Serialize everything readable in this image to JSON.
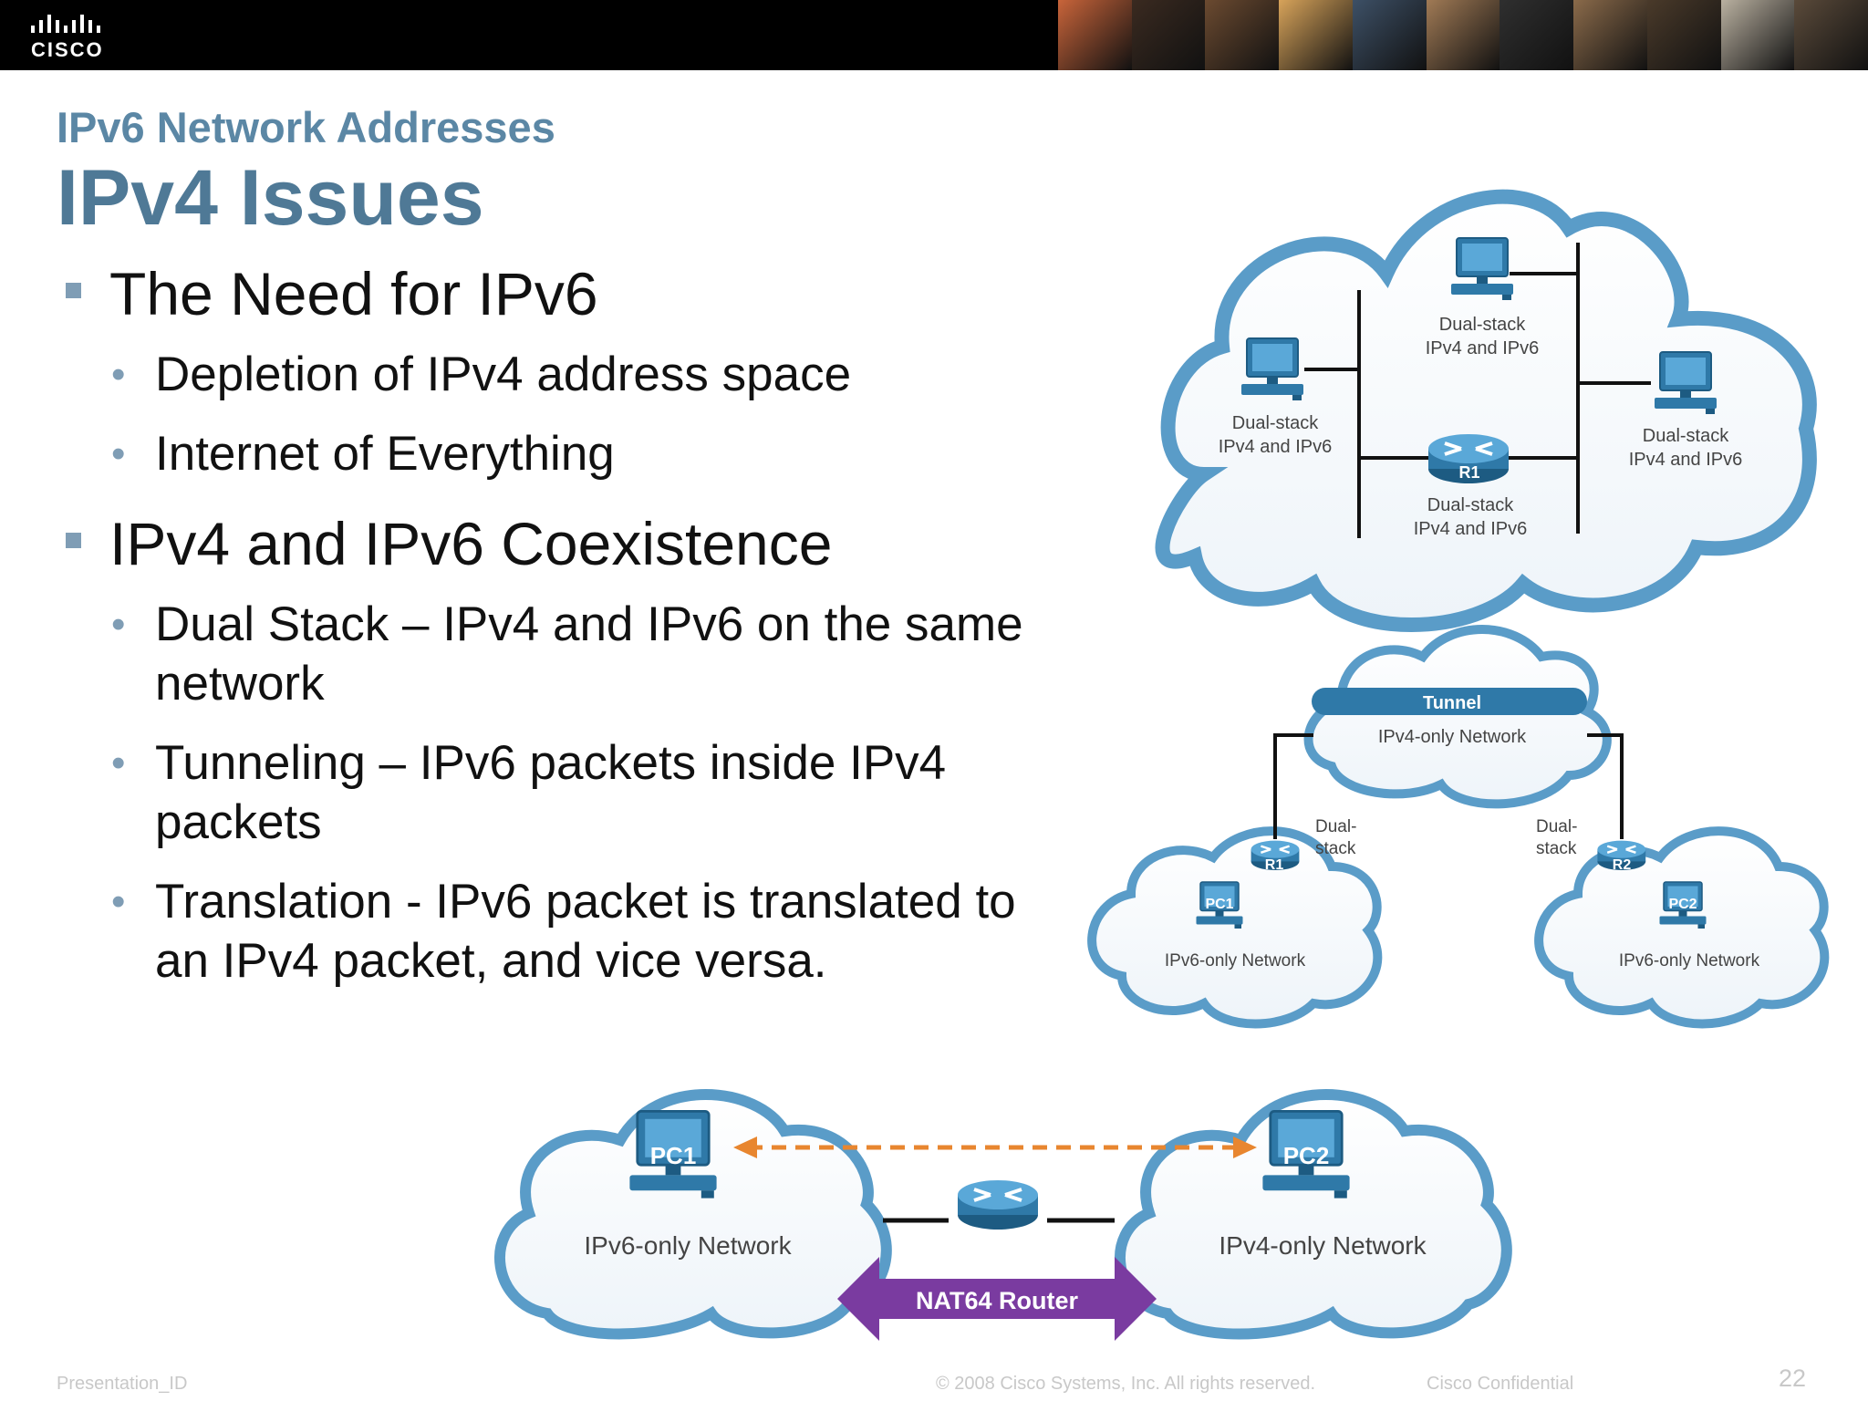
{
  "header": {
    "logo_text": "CISCO",
    "photo_colors": [
      "#c8643a",
      "#3a2a20",
      "#6b4a30",
      "#d7a35a",
      "#3d5066",
      "#a07a55",
      "#2f2f2f",
      "#8a6a4a",
      "#4a3a2a",
      "#b9b0a0",
      "#5a4a3a"
    ]
  },
  "slide": {
    "subtitle": "IPv6 Network Addresses",
    "title": "IPv4 Issues",
    "sections": [
      {
        "heading": "The Need for IPv6",
        "items": [
          "Depletion of IPv4 address space",
          "Internet of Everything"
        ]
      },
      {
        "heading": "IPv4 and IPv6 Coexistence",
        "items": [
          "Dual Stack – IPv4 and IPv6 on the same network",
          "Tunneling – IPv6 packets inside IPv4 packets",
          "Translation - IPv6 packet is translated to an IPv4 packet, and vice versa."
        ]
      }
    ]
  },
  "diagram_dual_stack": {
    "top_pc_label": [
      "Dual-stack",
      "IPv4 and IPv6"
    ],
    "left_pc_label": [
      "Dual-stack",
      "IPv4 and IPv6"
    ],
    "right_pc_label": [
      "Dual-stack",
      "IPv4 and IPv6"
    ],
    "router_name": "R1",
    "router_label": [
      "Dual-stack",
      "IPv4 and IPv6"
    ]
  },
  "diagram_tunnel": {
    "tunnel_label": "Tunnel",
    "center_network": "IPv4-only Network",
    "left_router": "R1",
    "right_router": "R2",
    "left_router_label": [
      "Dual-",
      "stack"
    ],
    "right_router_label": [
      "Dual-",
      "stack"
    ],
    "left_pc": "PC1",
    "right_pc": "PC2",
    "left_network": "IPv6-only Network",
    "right_network": "IPv6-only Network"
  },
  "diagram_nat": {
    "left_pc": "PC1",
    "right_pc": "PC2",
    "left_network": "IPv6-only Network",
    "right_network": "IPv4-only Network",
    "router_label": "NAT64 Router"
  },
  "footer": {
    "presentation_id": "Presentation_ID",
    "copyright": "© 2008 Cisco Systems, Inc. All rights reserved.",
    "confidential": "Cisco Confidential",
    "page_number": "22"
  },
  "colors": {
    "title": "#4f7996",
    "subtitle": "#5b87a5",
    "bullet_marker": "#7f9db5",
    "cloud_stroke": "#5a9cc8",
    "device": "#2f79a8",
    "nat_arrow": "#7a3ba0",
    "dashed_arrow": "#e8862f"
  }
}
